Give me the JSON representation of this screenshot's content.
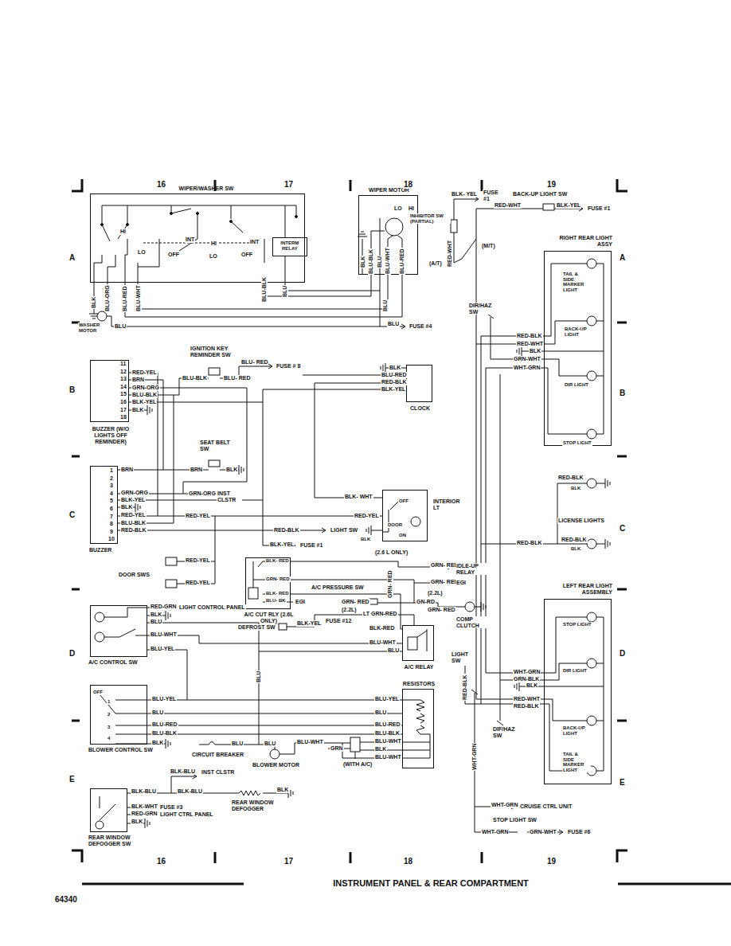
{
  "diagram": {
    "title": "INSTRUMENT PANEL & REAR COMPARTMENT",
    "nodes": [
      {
        "text": [
          "WIPER/WASHER SW"
        ]
      },
      {
        "text": [
          "INTERM RELAY"
        ],
        "in": 0
      },
      {
        "text": [
          "WIPER MOTOR"
        ]
      },
      {
        "text": [
          "RIGHT REAR LIGHT ASSY"
        ]
      },
      {
        "text": [
          "BUZZER (W/O LIGHTS OFF REMINDER)"
        ]
      },
      {
        "text": [
          "CLOCK"
        ]
      },
      {
        "text": [
          "BUZZER"
        ]
      },
      {
        "text": [
          "INTERIOR LT"
        ]
      },
      {
        "text": [
          "A/C CUT RLY (2.6L ONLY)"
        ]
      },
      {
        "text": [
          "A/C RELAY"
        ]
      },
      {
        "text": [
          "A/C CONTROL SW"
        ]
      },
      {
        "text": [
          "LEFT REAR LIGHT ASSEMBLY"
        ]
      },
      {
        "text": [
          "BLOWER CONTROL SW"
        ]
      },
      {
        "text": [
          "RESISTORS"
        ]
      },
      {
        "text": [
          "REAR WINDOW DEFOGGER SW"
        ]
      }
    ],
    "edges": [
      {
        "from": 0,
        "to": 2,
        "arrow": "none"
      },
      {
        "from": 4,
        "to": 5,
        "arrow": "none"
      },
      {
        "from": 12,
        "to": 13,
        "arrow": "none"
      },
      {
        "from": 10,
        "to": 9,
        "arrow": "none"
      },
      {
        "from": 8,
        "to": 9,
        "arrow": "none"
      },
      {
        "from": 6,
        "to": 7,
        "arrow": "none"
      },
      {
        "from": 3,
        "to": 11,
        "arrow": "none"
      }
    ],
    "labels": [
      "16",
      "17",
      "18",
      "19",
      "A",
      "A",
      "B",
      "B",
      "C",
      "C",
      "D",
      "D",
      "E",
      "E",
      "16",
      "17",
      "18",
      "19",
      "64340",
      "HI",
      "LO",
      "OFF",
      "INT",
      "HI",
      "LO",
      "OFF",
      "INT",
      "BLK",
      "BLU-ORG",
      "BLU-RED",
      "BLU-WHT",
      "BLU-BLK",
      "BLU",
      "WASHER MOTOR",
      "BLU",
      "BLU",
      "FUSE #4",
      "LO",
      "HI",
      "BLK",
      "BLU-BLK",
      "BLU",
      "BLU-WHT",
      "BLU-RED",
      "BLU",
      "INHIBITOR SW (PARTIAL)",
      "RED-WHT",
      "(A/T)",
      "(M/T)",
      "BLK- YEL",
      "FUSE #1",
      "BACK-UP LIGHT SW",
      "RED-WHT",
      "BLK-YEL",
      "FUSE #1",
      "TAIL & SIDE MARKER LIGHT",
      "BACK-UP LIGHT",
      "DIR LIGHT",
      "STOP LIGHT",
      "RED-BLK",
      "RED-WHT",
      "BLK",
      "GRN-WHT",
      "WHT-GRN",
      "DIR/HAZ SW",
      "RED-BLK",
      "BLK",
      "LICENSE LIGHTS",
      "RED-BLK",
      "RED-BLK",
      "BLK",
      "STOP LIGHT",
      "DIR LIGHT",
      "BACK-UP LIGHT",
      "TAIL & SIDE MARKER LIGHT",
      "WHT-GRN",
      "GRN-BLK",
      "BLK",
      "RED-WHT",
      "RED-BLK",
      "LIGHT SW",
      "RED-BLK",
      "DIF/HAZ SW",
      "WHT-GRN",
      "WHT-GRN",
      "CRUISE CTRL UNIT",
      "STOP LIGHT SW",
      "WHT-GRN",
      "GRN-WHT",
      "FUSE #6",
      "11",
      "12",
      "13",
      "14",
      "15",
      "16",
      "17",
      "18",
      "RED-YEL",
      "BRN",
      "GRN-ORG",
      "BLU-BLK",
      "BLK-YEL",
      "BLK",
      "IGNITION KEY REMINDER SW",
      "BLU-BLK",
      "BLU- RED",
      "BLU- RED",
      "FUSE # 8",
      "BLK",
      "BLU-RED",
      "RED-BLK",
      "BLK-YEL",
      "SEAT BELT SW",
      "BRN",
      "BLK",
      "1",
      "2",
      "3",
      "4",
      "5",
      "6",
      "7",
      "8",
      "9",
      "10",
      "BRN",
      "GRN-ORG",
      "BLK-YEL",
      "BLK",
      "RED-YEL",
      "BLU-BLK",
      "RED-BLK",
      "GRN-ORG",
      "INST CLSTR",
      "RED-YEL",
      "OFF",
      "DOOR",
      "ON",
      "BLK- WHT",
      "RED-YEL",
      "RED-BLK",
      "LIGHT SW",
      "BLK",
      "BLK-YEL",
      "FUSE #1",
      "DOOR SWS",
      "RED-YEL",
      "RED-YEL",
      "BLK- RED",
      "GRN- RED",
      "BLK- RED",
      "BLU- BK",
      "EGI",
      "(2.6 L ONLY)",
      "GRN- RED",
      "IDLE-UP RELAY",
      "GRN- RED",
      "EGI",
      "(2.2L)",
      "A/C PRESSURE SW",
      "GRN- RED",
      "(2.2L)",
      "GRN- RED",
      "GN-RD",
      "GRN- RED",
      "COMP CLUTCH",
      "BLK-YEL",
      "FUSE #12",
      "LT GRN-RED",
      "DEFROST SW",
      "BLK-RED",
      "BLU-WHT",
      "BLU",
      "RED-GRN",
      "LIGHT CONTROL PANEL",
      "BLK",
      "BLU",
      "BLU-WHT",
      "BLU-YEL",
      "BLU",
      "OFF",
      "1",
      "2",
      "3",
      "4",
      "BLU-YEL",
      "BLU",
      "BLU-RED",
      "BLU-BLK",
      "BLK",
      "BLU-YEL",
      "BLU",
      "BLU-RED",
      "BLU-BLK",
      "BLU-WHT",
      "BLK",
      "BLU-WHT",
      "BLU",
      "BLU",
      "BLU-WHT",
      "CIRCUIT BREAKER",
      "BLOWER MOTOR",
      "GRN",
      "(WITH A/C)",
      "BLK-BLU",
      "INST CLSTR",
      "BLK-BLU",
      "BLK-BLU",
      "BLK",
      "REAR WINDOW DEFOGGER",
      "BLK-WHT",
      "FUSE #3",
      "RED-GRN",
      "LIGHT CTRL PANEL",
      "BLK"
    ]
  }
}
